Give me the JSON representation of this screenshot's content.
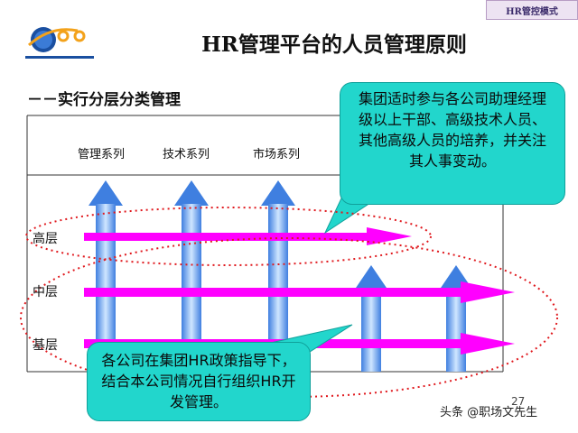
{
  "header": {
    "mode_tag": "HR管控模式",
    "title": "HR管理平台的人员管理原则",
    "subtitle": "－－实行分层分类管理"
  },
  "table": {
    "columns": [
      "管理系列",
      "技术系列",
      "市场系列"
    ],
    "rows": [
      "高层",
      "中层",
      "基层"
    ]
  },
  "callouts": {
    "top": "集团适时参与各公司助理经理级以上干部、高级技术人员、其他高级人员的培养，并关注其人事变动。",
    "bottom": "各公司在集团HR政策指导下，结合本公司情况自行组织HR开发管理。"
  },
  "footer": {
    "page_number": "27",
    "watermark": "头条 @职场文先生"
  },
  "colors": {
    "arrow_blue": "#7fb2ee",
    "arrow_magenta": "#ff00ff",
    "callout": "#22d6cc",
    "dotted_ellipse": "#e0191e"
  }
}
